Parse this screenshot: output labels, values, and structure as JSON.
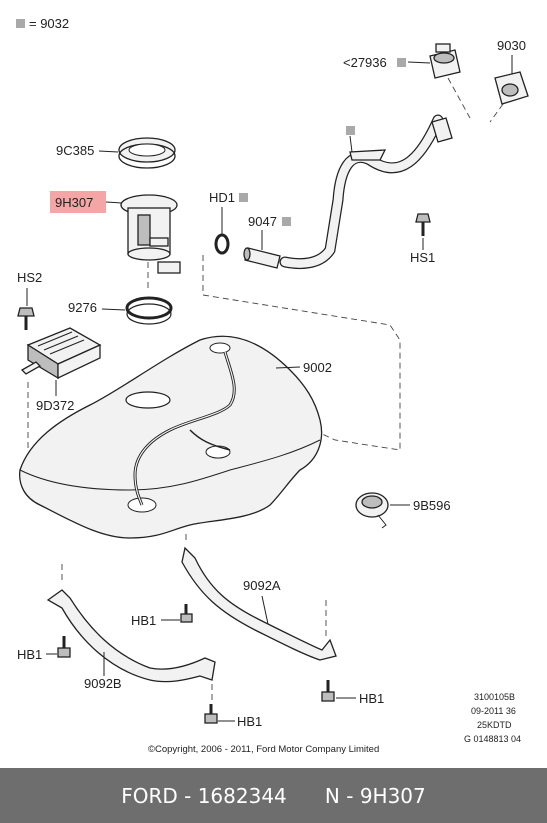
{
  "legend": {
    "text": "= 9032",
    "swatch_color": "#a9a9a9"
  },
  "labels": {
    "p27936": "<27936",
    "p9030": "9030",
    "p9c385": "9C385",
    "p9h307": "9H307",
    "phd1": "HD1",
    "p9047": "9047",
    "phs1": "HS1",
    "phs2": "HS2",
    "p9276": "9276",
    "p9002": "9002",
    "p9d372": "9D372",
    "p9b596": "9B596",
    "p9092a": "9092A",
    "hb1_a": "HB1",
    "hb1_b": "HB1",
    "hb1_c": "HB1",
    "hb1_d": "HB1",
    "p9092b": "9092B"
  },
  "highlight": {
    "color": "#f4a6a6"
  },
  "ref_block": {
    "line1": "3100105B",
    "line2": "09-2011 36",
    "line3": "25KDTD",
    "line4": "G 0148813 04"
  },
  "copyright": "©Copyright, 2006 - 2011, Ford Motor Company Limited",
  "footer": {
    "brand": "FORD - 1682344",
    "part": "N - 9H307",
    "bg_color": "#6e6e6e"
  }
}
